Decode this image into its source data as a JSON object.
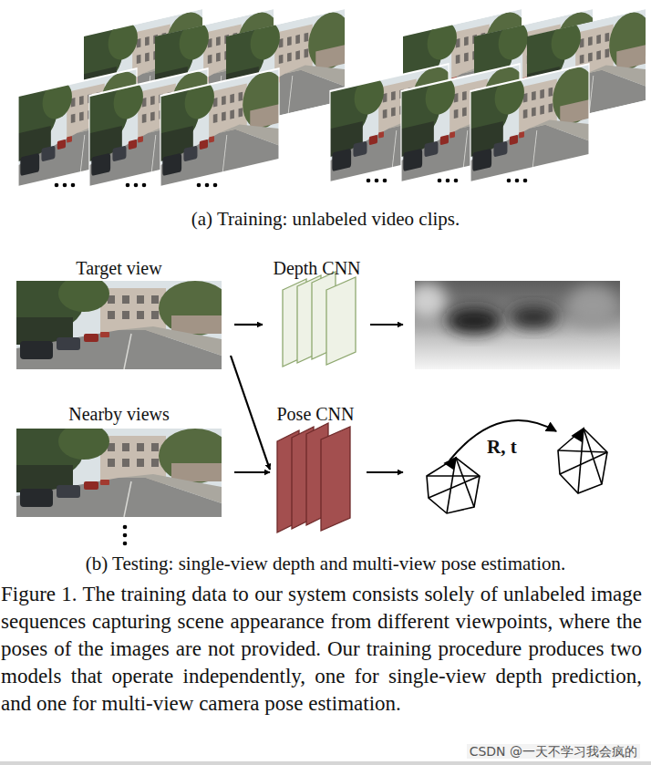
{
  "diagram": {
    "caption": "Figure 1. The training data to our system consists solely of unlabeled image sequences capturing scene appearance from different viewpoints, where the poses of the images are not provided. Our training procedure produces two models that operate independently, one for single-view depth prediction, and one for multi-view camera pose estimation.",
    "nodes": [
      {
        "text": [
          "Target view"
        ]
      },
      {
        "text": [
          "Depth CNN"
        ]
      },
      {
        "text": [
          "Nearby views"
        ]
      },
      {
        "text": [
          "Pose CNN"
        ]
      }
    ],
    "edges": [
      {
        "from": 0,
        "to": 1,
        "arrow": "to"
      },
      {
        "from": 0,
        "to": 3,
        "arrow": "to"
      },
      {
        "from": 2,
        "to": 3,
        "arrow": "to"
      }
    ],
    "labels": [
      "(a) Training: unlabeled video clips.",
      "(b) Testing: single-view depth and multi-view pose estimation.",
      "R, t",
      "CSDN @一天不学习我会疯的"
    ]
  }
}
